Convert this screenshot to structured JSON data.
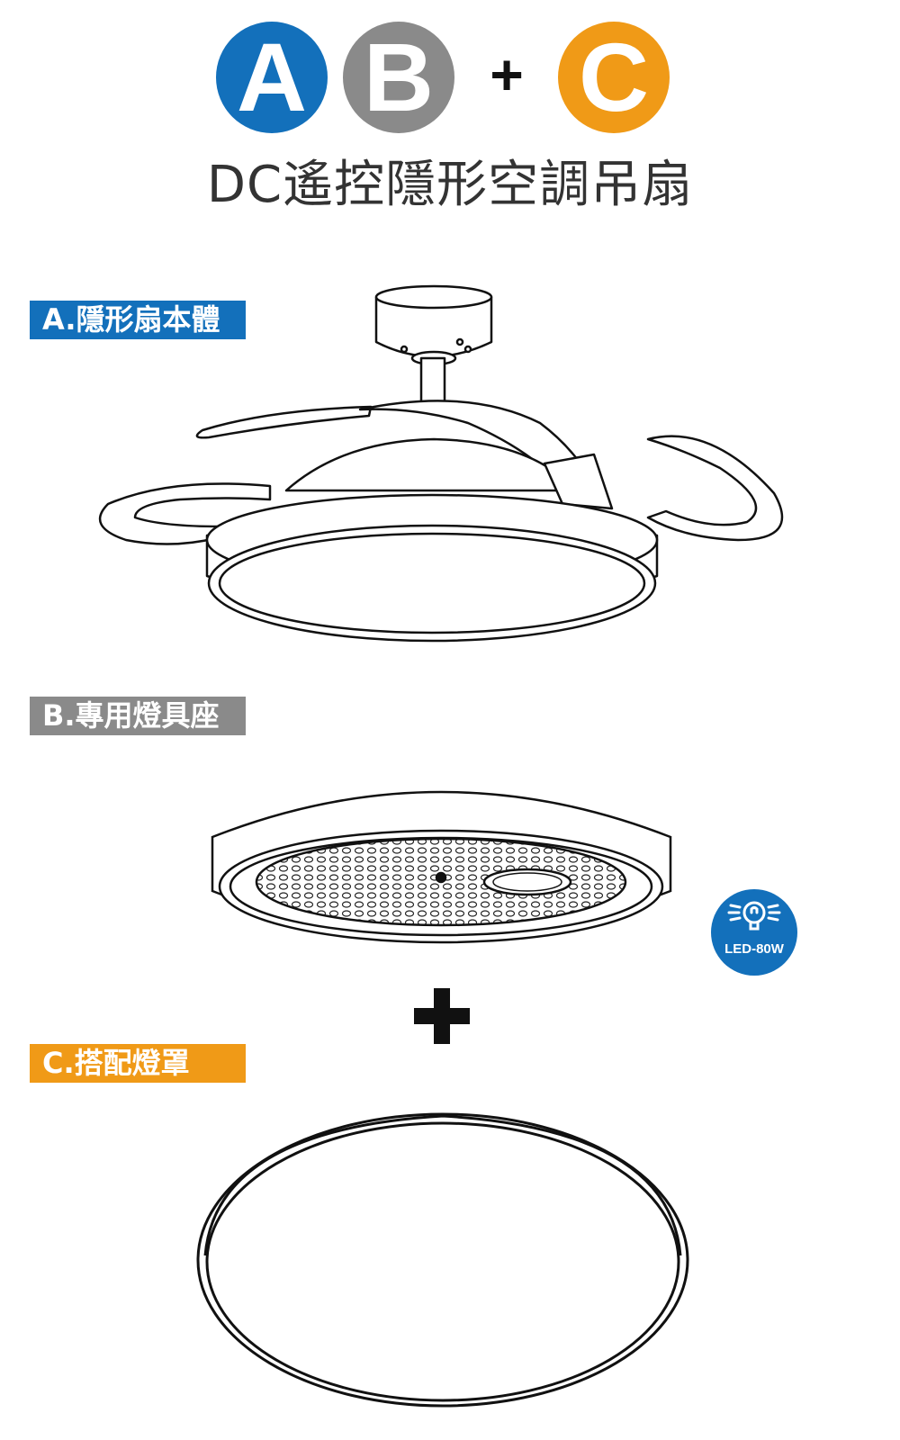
{
  "badges": {
    "a": "A",
    "b": "B",
    "plus": "+",
    "c": "C"
  },
  "headline": "DC遙控隱形空調吊扇",
  "sections": {
    "a_label": "A.隱形扇本體",
    "b_label": "B.專用燈具座",
    "c_label": "C.搭配燈罩"
  },
  "led_badge": {
    "text": "LED-80W",
    "icon": "light-bulb-icon"
  },
  "colors": {
    "blue": "#1370bb",
    "gray": "#8a8a8a",
    "orange": "#f09a17"
  }
}
